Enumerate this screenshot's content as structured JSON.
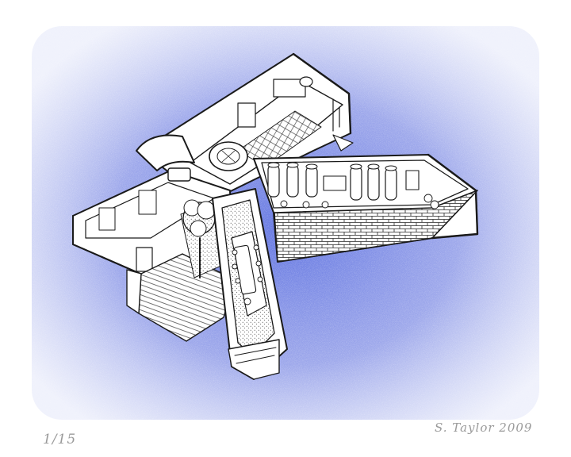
{
  "print": {
    "edition": "1/15",
    "signature": "S. Taylor 2009"
  },
  "colors": {
    "paper": "#ffffff",
    "spray_blue": "#6f7fe0",
    "ink": "#1a1a1a",
    "wall_fill": "#ffffff",
    "pencil": "#9a9a9a"
  },
  "icons": [
    "building-cutaway",
    "tree",
    "skylight-dome",
    "vats",
    "dining-table"
  ]
}
